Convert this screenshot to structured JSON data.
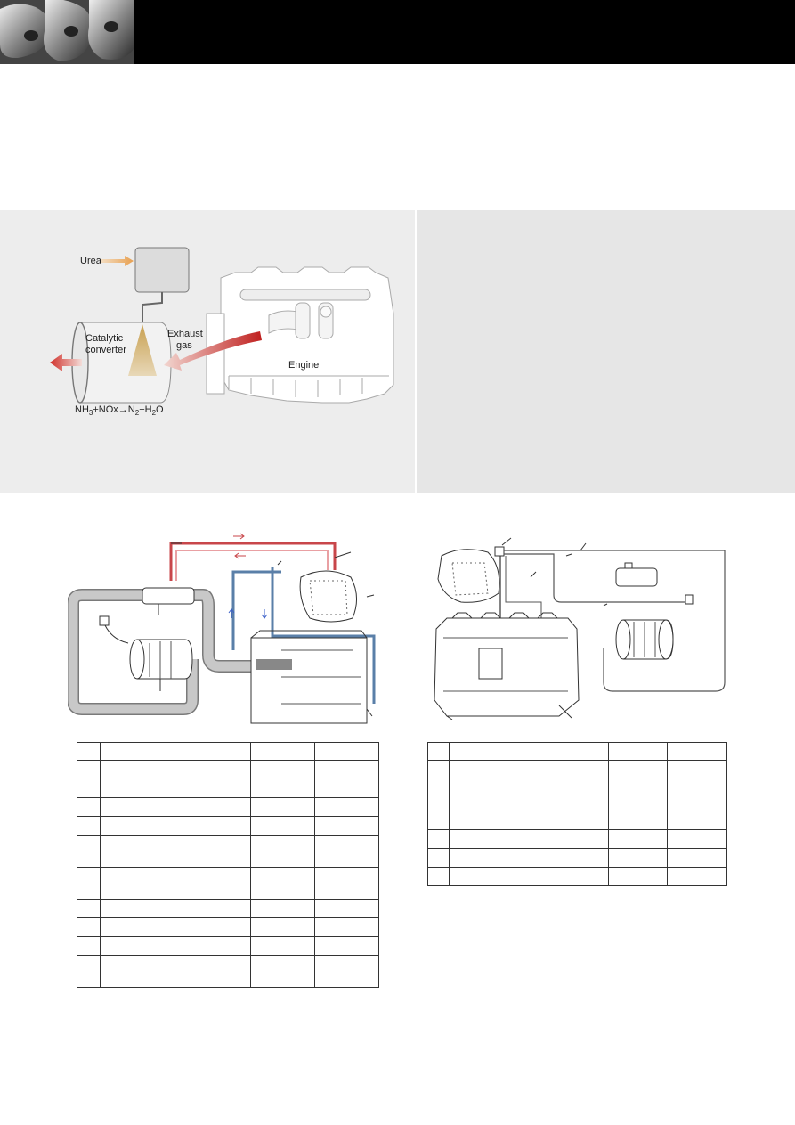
{
  "diagram": {
    "urea_label": "Urea",
    "catalytic_label_line1": "Catalytic",
    "catalytic_label_line2": "converter",
    "exhaust_label_line1": "Exhaust",
    "exhaust_label_line2": "gas",
    "engine_label": "Engine",
    "reaction": {
      "nh": "NH",
      "nh_sub": "3",
      "mid": "+NOx",
      "arrow": "→",
      "n": "N",
      "n_sub": "2",
      "plus_h": "+H",
      "h_sub": "2",
      "o": "O"
    }
  },
  "colors": {
    "header": "#000000",
    "panel_left": "#ededed",
    "panel_right": "#e6e6e6",
    "hot_line": "#c8464a",
    "cool_line": "#5a7fa8",
    "urea_arrow": "#e8a050",
    "exhaust_arrow": "#c0201f"
  },
  "icons": [
    "header-photo-image",
    "urea-tank-icon",
    "catalytic-converter-icon",
    "engine-icon",
    "exhaust-arrow-icon"
  ]
}
